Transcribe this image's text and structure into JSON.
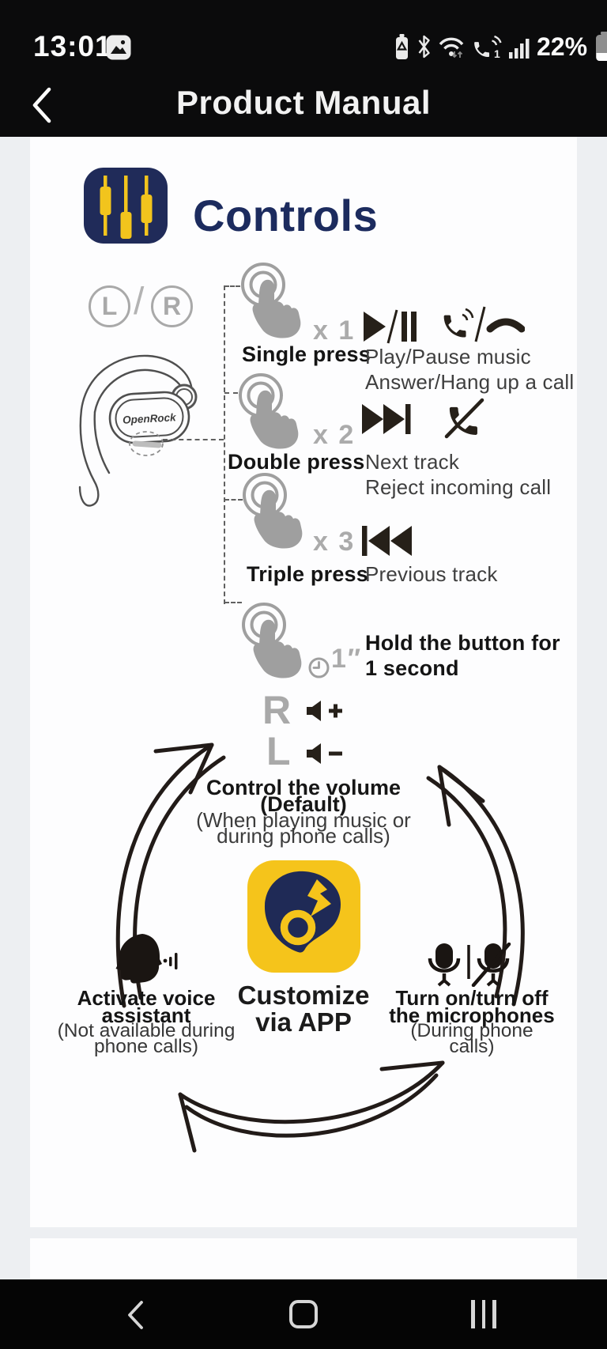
{
  "status_bar": {
    "time": "13:01",
    "battery_percent": "22%",
    "call_badge": "1",
    "icons": [
      "gallery",
      "battery-saver",
      "bluetooth",
      "wifi",
      "wifi-calling",
      "signal-strength",
      "battery"
    ]
  },
  "header": {
    "title": "Product Manual"
  },
  "colors": {
    "accent_navy": "#1c2b5e",
    "accent_yellow": "#f5c41b"
  },
  "manual": {
    "section_title": "Controls",
    "left_right": {
      "left": "L",
      "separator": "/",
      "right": "R"
    },
    "brand": "OpenRock",
    "gestures": [
      {
        "count": "x 1",
        "label": "Single press",
        "desc1": "Play/Pause music",
        "desc2": "Answer/Hang up a call"
      },
      {
        "count": "x 2",
        "label": "Double press",
        "desc1": "Next track",
        "desc2": "Reject incoming call"
      },
      {
        "count": "x 3",
        "label": "Triple press",
        "desc1": "Previous track"
      },
      {
        "hold_time": "1″",
        "desc1": "Hold the button for",
        "desc2": "1 second"
      }
    ],
    "volume": {
      "right": "R",
      "left": "L",
      "line1": "Control the volume",
      "line2": "(Default)",
      "line3": "(When playing music or",
      "line4": "during phone calls)"
    },
    "voice": {
      "line1": "Activate voice",
      "line2": "assistant",
      "line3": "(Not available during",
      "line4": "phone calls)"
    },
    "app": {
      "line1": "Customize",
      "line2": "via APP"
    },
    "mic": {
      "line1": "Turn on/turn off",
      "line2": "the microphones",
      "line3": "(During phone",
      "line4": "calls)"
    }
  },
  "nav_bar": {
    "icons": [
      "back",
      "home",
      "recents"
    ]
  }
}
